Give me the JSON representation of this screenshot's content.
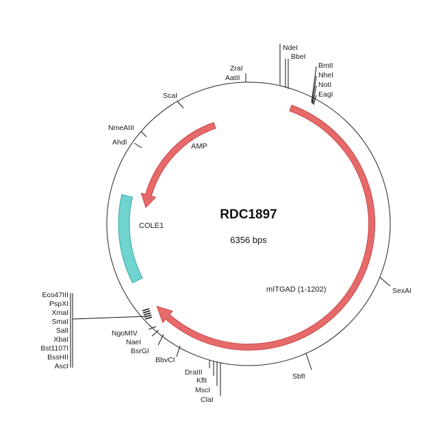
{
  "plasmid": {
    "name": "RDC1897",
    "size_label": "6356 bps"
  },
  "colors": {
    "backbone": "#222222",
    "arrow_fill": "#e66a6a",
    "arrow_stroke": "#c94848",
    "ori_fill": "#6fd3d0",
    "ori_stroke": "#3aa9a6"
  },
  "features": [
    {
      "id": "amp",
      "label": "AMP",
      "kind": "arrow",
      "start_deg": -19,
      "end_deg": -81,
      "direction": "ccw"
    },
    {
      "id": "mitgad",
      "label": "mITGAD (1-1202)",
      "kind": "arrow",
      "start_deg": 20,
      "end_deg": 228,
      "direction": "cw"
    },
    {
      "id": "cole1",
      "label": "COLE1",
      "kind": "block",
      "start_deg": 243,
      "end_deg": 283
    }
  ],
  "sites": {
    "top_left": [
      {
        "name": "ZraI",
        "deg": -2
      },
      {
        "name": "AatII",
        "deg": -2
      },
      {
        "name": "ScaI",
        "deg": -31
      },
      {
        "name": "NmeAIII",
        "deg": -48
      },
      {
        "name": "AhdI",
        "deg": -57
      }
    ],
    "top_right": [
      {
        "name": "NdeI",
        "deg": 11
      },
      {
        "name": "BbeI",
        "deg": 13
      },
      {
        "name": "BmtI",
        "deg": 21.5
      },
      {
        "name": "NheI",
        "deg": 22
      },
      {
        "name": "NotI",
        "deg": 22.5
      },
      {
        "name": "EagI",
        "deg": 23
      }
    ],
    "right": [
      {
        "name": "SexAI",
        "deg": 112
      },
      {
        "name": "SbfI",
        "deg": 157
      }
    ],
    "bottom": [
      {
        "name": "DraIII",
        "deg": 183
      },
      {
        "name": "KflI",
        "deg": 184
      },
      {
        "name": "MscI",
        "deg": 185
      },
      {
        "name": "ClaI",
        "deg": 186
      },
      {
        "name": "BbvCI",
        "deg": 203
      },
      {
        "name": "BsrGI",
        "deg": 211
      },
      {
        "name": "NaeI",
        "deg": 214
      },
      {
        "name": "NgoMIV",
        "deg": 216
      }
    ],
    "cluster": [
      "Eco47III",
      "PspXI",
      "XmaI",
      "SmaI",
      "SalI",
      "XbaI",
      "Bst1107I",
      "BssHII",
      "AscI"
    ]
  }
}
